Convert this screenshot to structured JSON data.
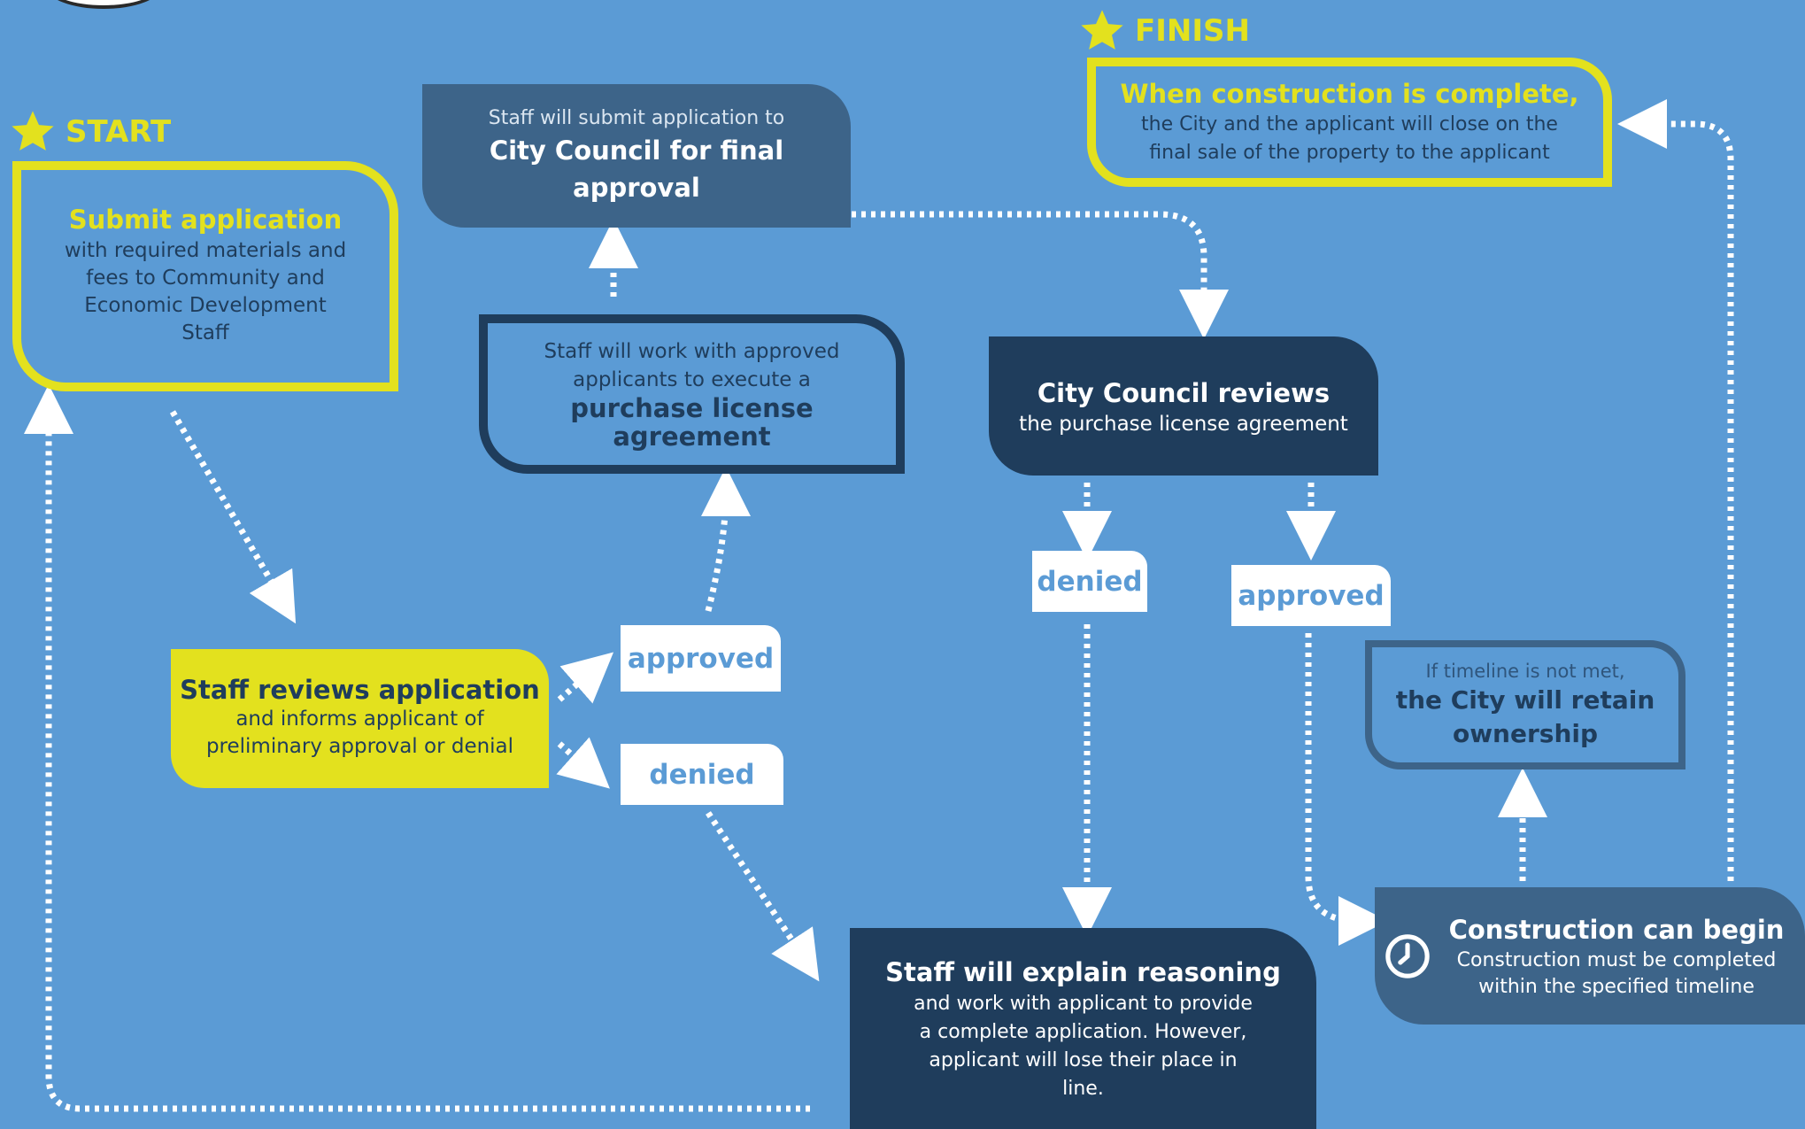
{
  "colors": {
    "background": "#5b9bd5",
    "yellow": "#e3e11e",
    "navy": "#1f3d5c",
    "slate": "#3d6489",
    "white": "#ffffff"
  },
  "labels": {
    "start": "START",
    "finish": "FINISH"
  },
  "nodes": {
    "submit": {
      "title": "Submit application",
      "lines": [
        "with required materials and",
        "fees to Community and",
        "Economic Development",
        "Staff"
      ]
    },
    "staff_reviews": {
      "title": "Staff reviews application",
      "lines": [
        "and informs applicant of",
        "preliminary approval or denial"
      ]
    },
    "purchase_agreement": {
      "lines": [
        "Staff will work with approved",
        "applicants to execute a"
      ],
      "title": "purchase license agreement"
    },
    "submit_council": {
      "pre": "Staff will submit application to",
      "title": "City Council for final approval"
    },
    "council_reviews": {
      "title": "City Council reviews",
      "sub": "the purchase license agreement"
    },
    "explain": {
      "title": "Staff will explain reasoning",
      "lines": [
        "and work with applicant to provide",
        "a complete application. However,",
        "applicant will lose their place in",
        "line."
      ]
    },
    "retain": {
      "pre": "If timeline is not met,",
      "lines": [
        "the City will retain",
        "ownership"
      ]
    },
    "construction": {
      "title": "Construction can begin",
      "lines": [
        "Construction must be completed",
        "within the specified timeline"
      ]
    },
    "finish": {
      "title": "When construction is complete,",
      "lines": [
        "the City and the applicant will close on the",
        "final sale of the property to the applicant"
      ]
    }
  },
  "decisions": {
    "approved_1": "approved",
    "denied_1": "denied",
    "denied_2": "denied",
    "approved_2": "approved"
  },
  "icons": {
    "clock": "clock-icon",
    "star": "star-icon"
  }
}
